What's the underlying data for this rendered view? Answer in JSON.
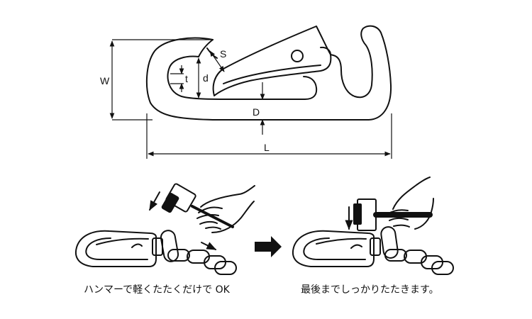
{
  "dimensions": {
    "w_label": "W",
    "t_label": "t",
    "d_label": "d",
    "s_label": "S",
    "d_upper_label": "D",
    "l_label": "L"
  },
  "captions": {
    "left": "ハンマーで軽くたたくだけで OK",
    "right": "最後までしっかりたたきます。"
  },
  "colors": {
    "line": "#111111",
    "background": "#ffffff"
  },
  "icons": {
    "step_arrow": "right-arrow",
    "hammer_left": "hammer-icon",
    "hammer_right": "hammer-icon"
  }
}
